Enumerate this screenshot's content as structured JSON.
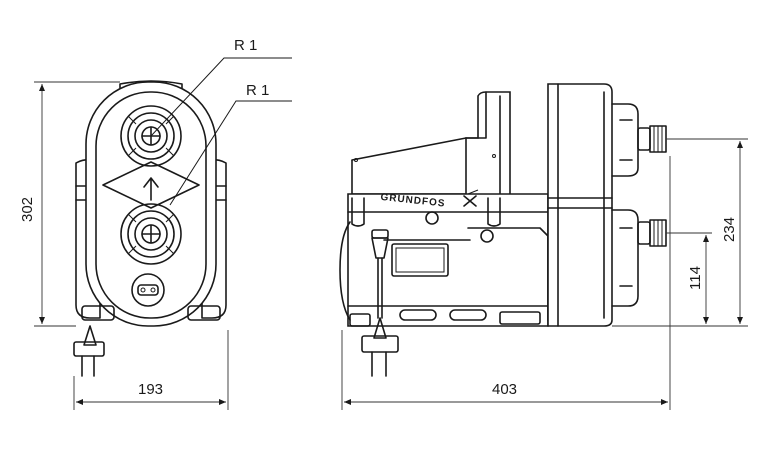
{
  "labels": {
    "thread_top": "R 1",
    "thread_bottom": "R 1",
    "brand": "GRUNDFOS"
  },
  "dimensions": {
    "front_height": "302",
    "front_width": "193",
    "side_width": "403",
    "upper_port_height": "234",
    "lower_port_height": "114"
  },
  "colors": {
    "line": "#1a1a1a",
    "background": "#ffffff"
  },
  "icons": {
    "logo": "grundfos-x-logo",
    "flow": "flow-arrow-up-icon"
  }
}
